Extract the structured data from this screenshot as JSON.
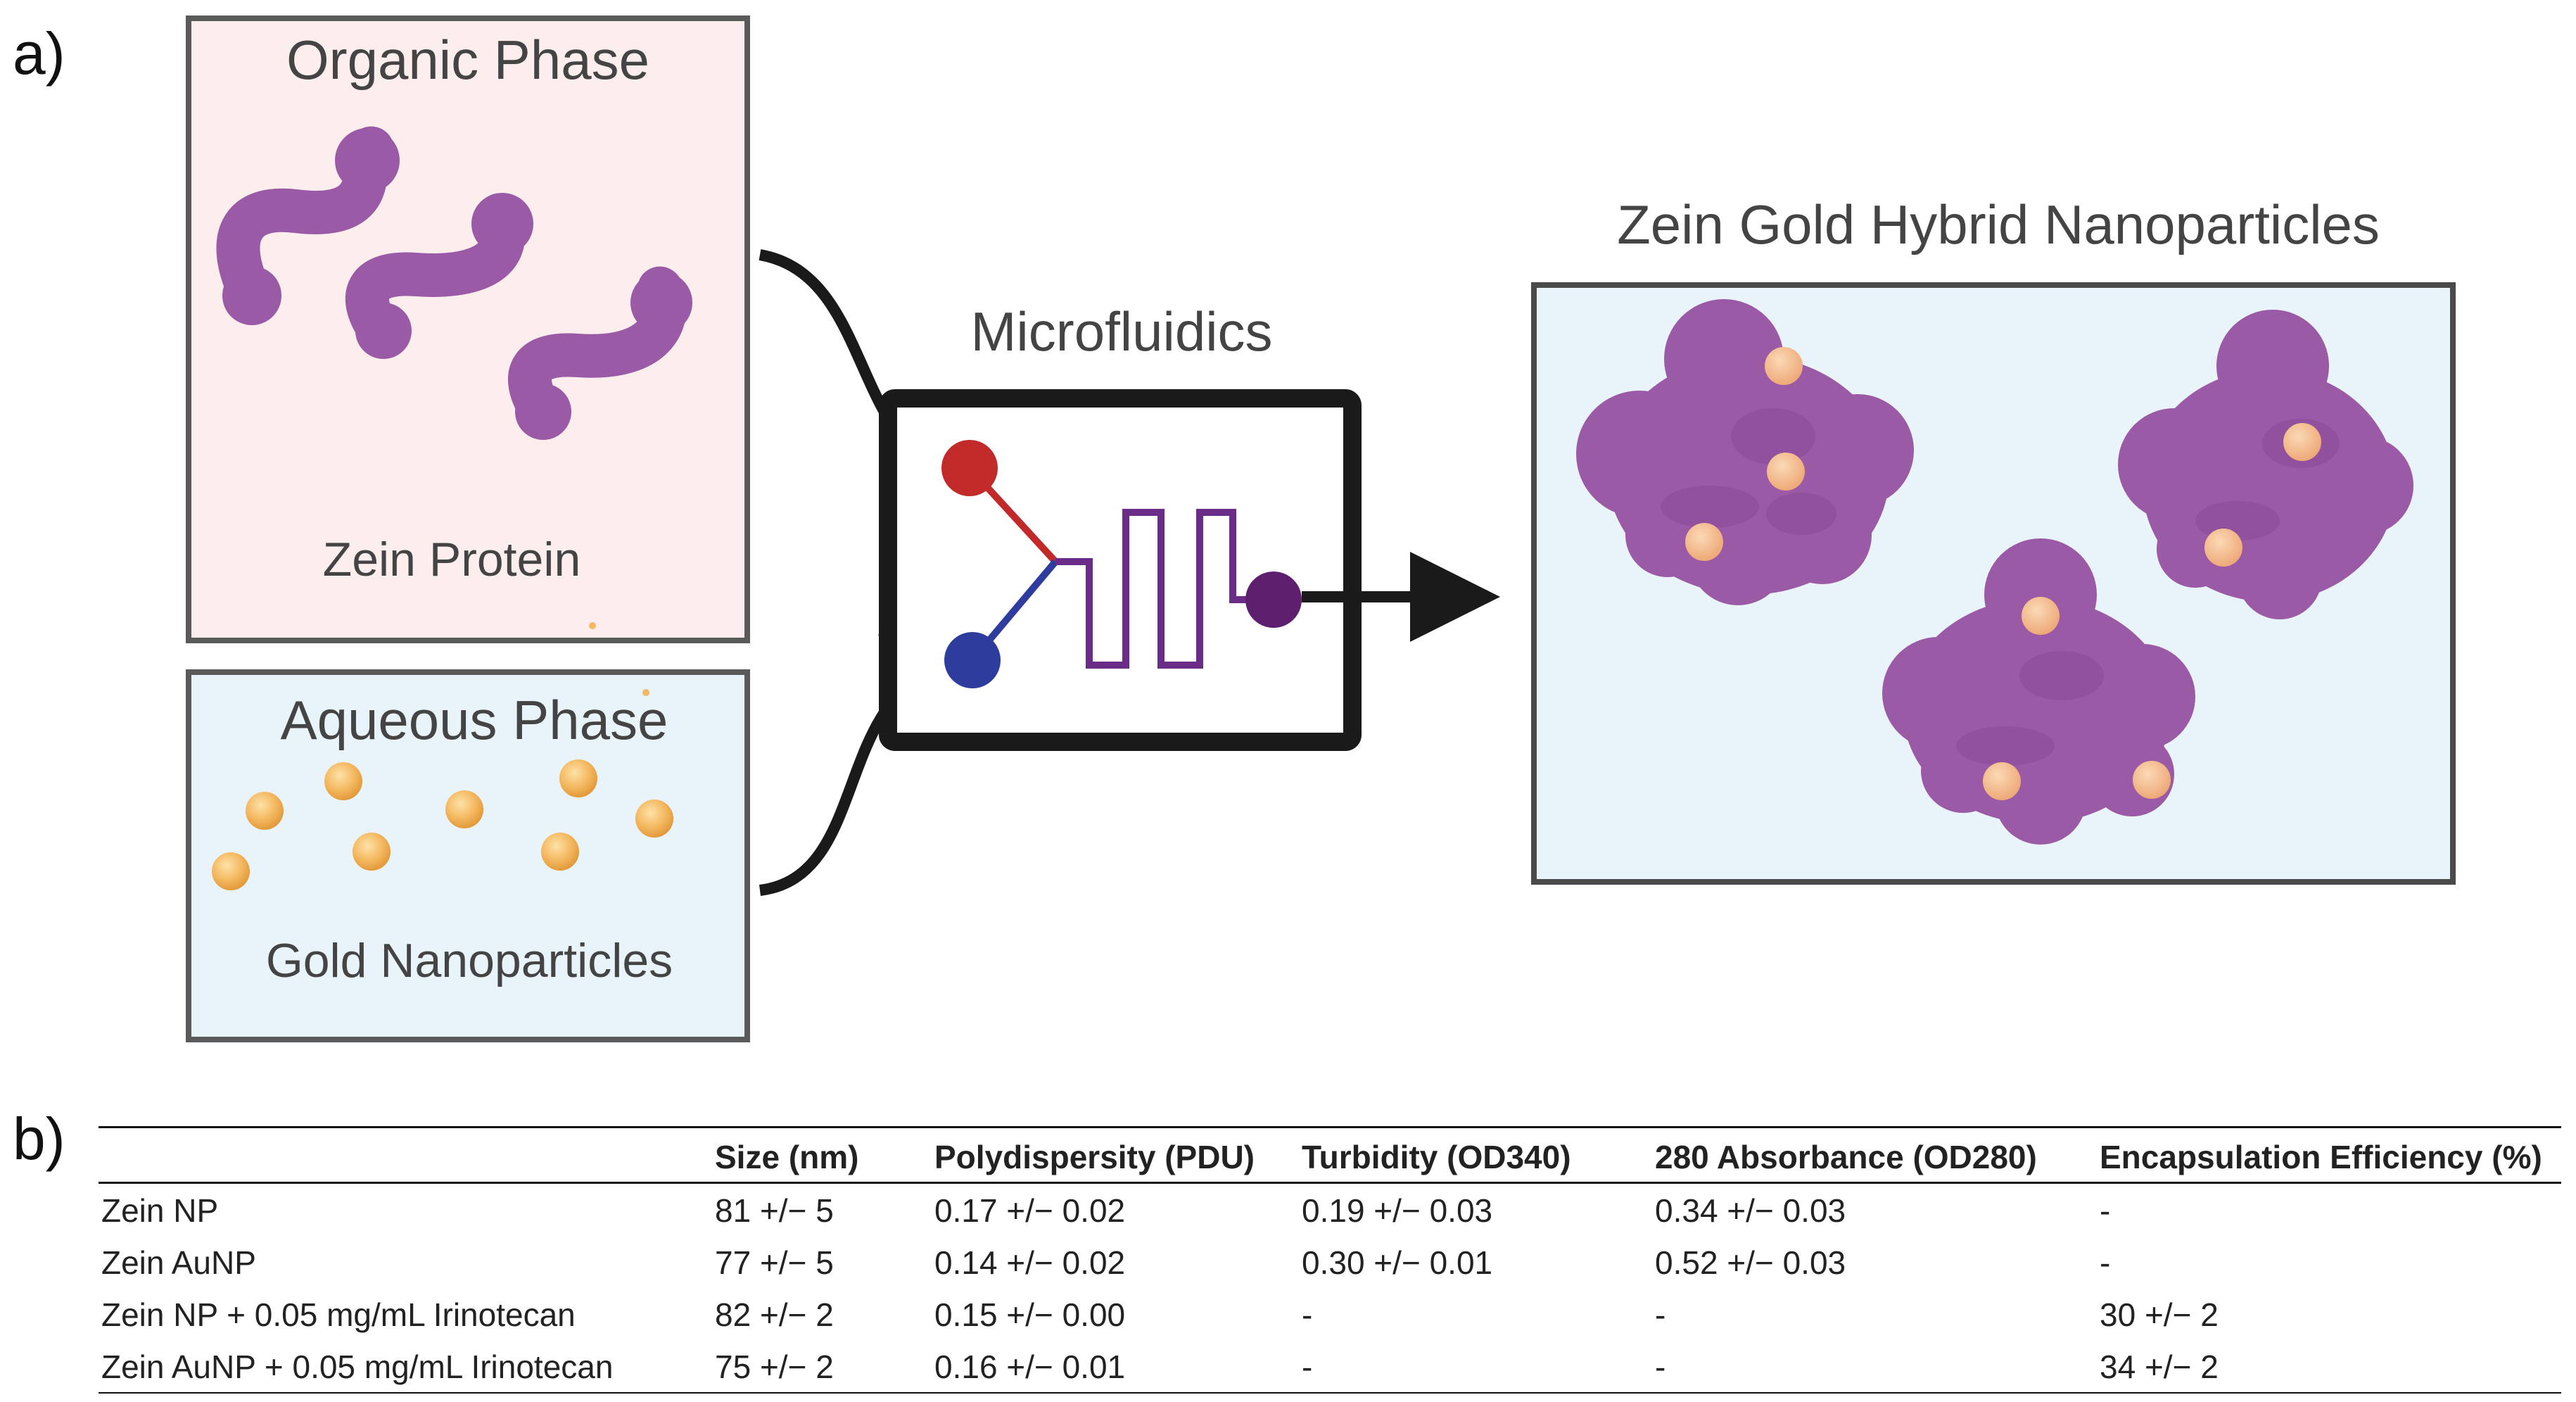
{
  "panel_a": {
    "label": "a)",
    "organic_box": {
      "title": "Organic Phase",
      "subtitle": "Zein Protein"
    },
    "aqueous_box": {
      "title": "Aqueous Phase",
      "subtitle": "Gold Nanoparticles"
    },
    "microfluidics": {
      "title": "Microfluidics"
    },
    "product_box": {
      "title": "Zein Gold Hybrid Nanoparticles"
    },
    "colors": {
      "organic_fill": "#fdeeee",
      "aqueous_fill": "#e8f3fa",
      "protein": "#9b5aa5",
      "gold": "#f4b860",
      "inlet_red": "#c22a2a",
      "inlet_blue": "#2e3c9e",
      "outlet_purple": "#5e1f6e",
      "channel": "#6a2c86"
    }
  },
  "panel_b": {
    "label": "b)",
    "table": {
      "headers": [
        "",
        "Size (nm)",
        "Polydispersity (PDU)",
        "Turbidity (OD340)",
        "280 Absorbance (OD280)",
        "Encapsulation Efficiency (%)"
      ],
      "rows": [
        [
          "Zein NP",
          "81 +/− 5",
          "0.17 +/− 0.02",
          "0.19 +/− 0.03",
          "0.34 +/− 0.03",
          "-"
        ],
        [
          "Zein AuNP",
          "77 +/− 5",
          "0.14 +/− 0.02",
          "0.30 +/− 0.01",
          "0.52 +/− 0.03",
          "-"
        ],
        [
          "Zein NP + 0.05 mg/mL Irinotecan",
          "82 +/− 2",
          "0.15 +/− 0.00",
          "-",
          "-",
          "30 +/− 2"
        ],
        [
          "Zein AuNP + 0.05 mg/mL Irinotecan",
          "75 +/− 2",
          "0.16 +/− 0.01",
          "-",
          "-",
          "34 +/− 2"
        ]
      ]
    }
  }
}
